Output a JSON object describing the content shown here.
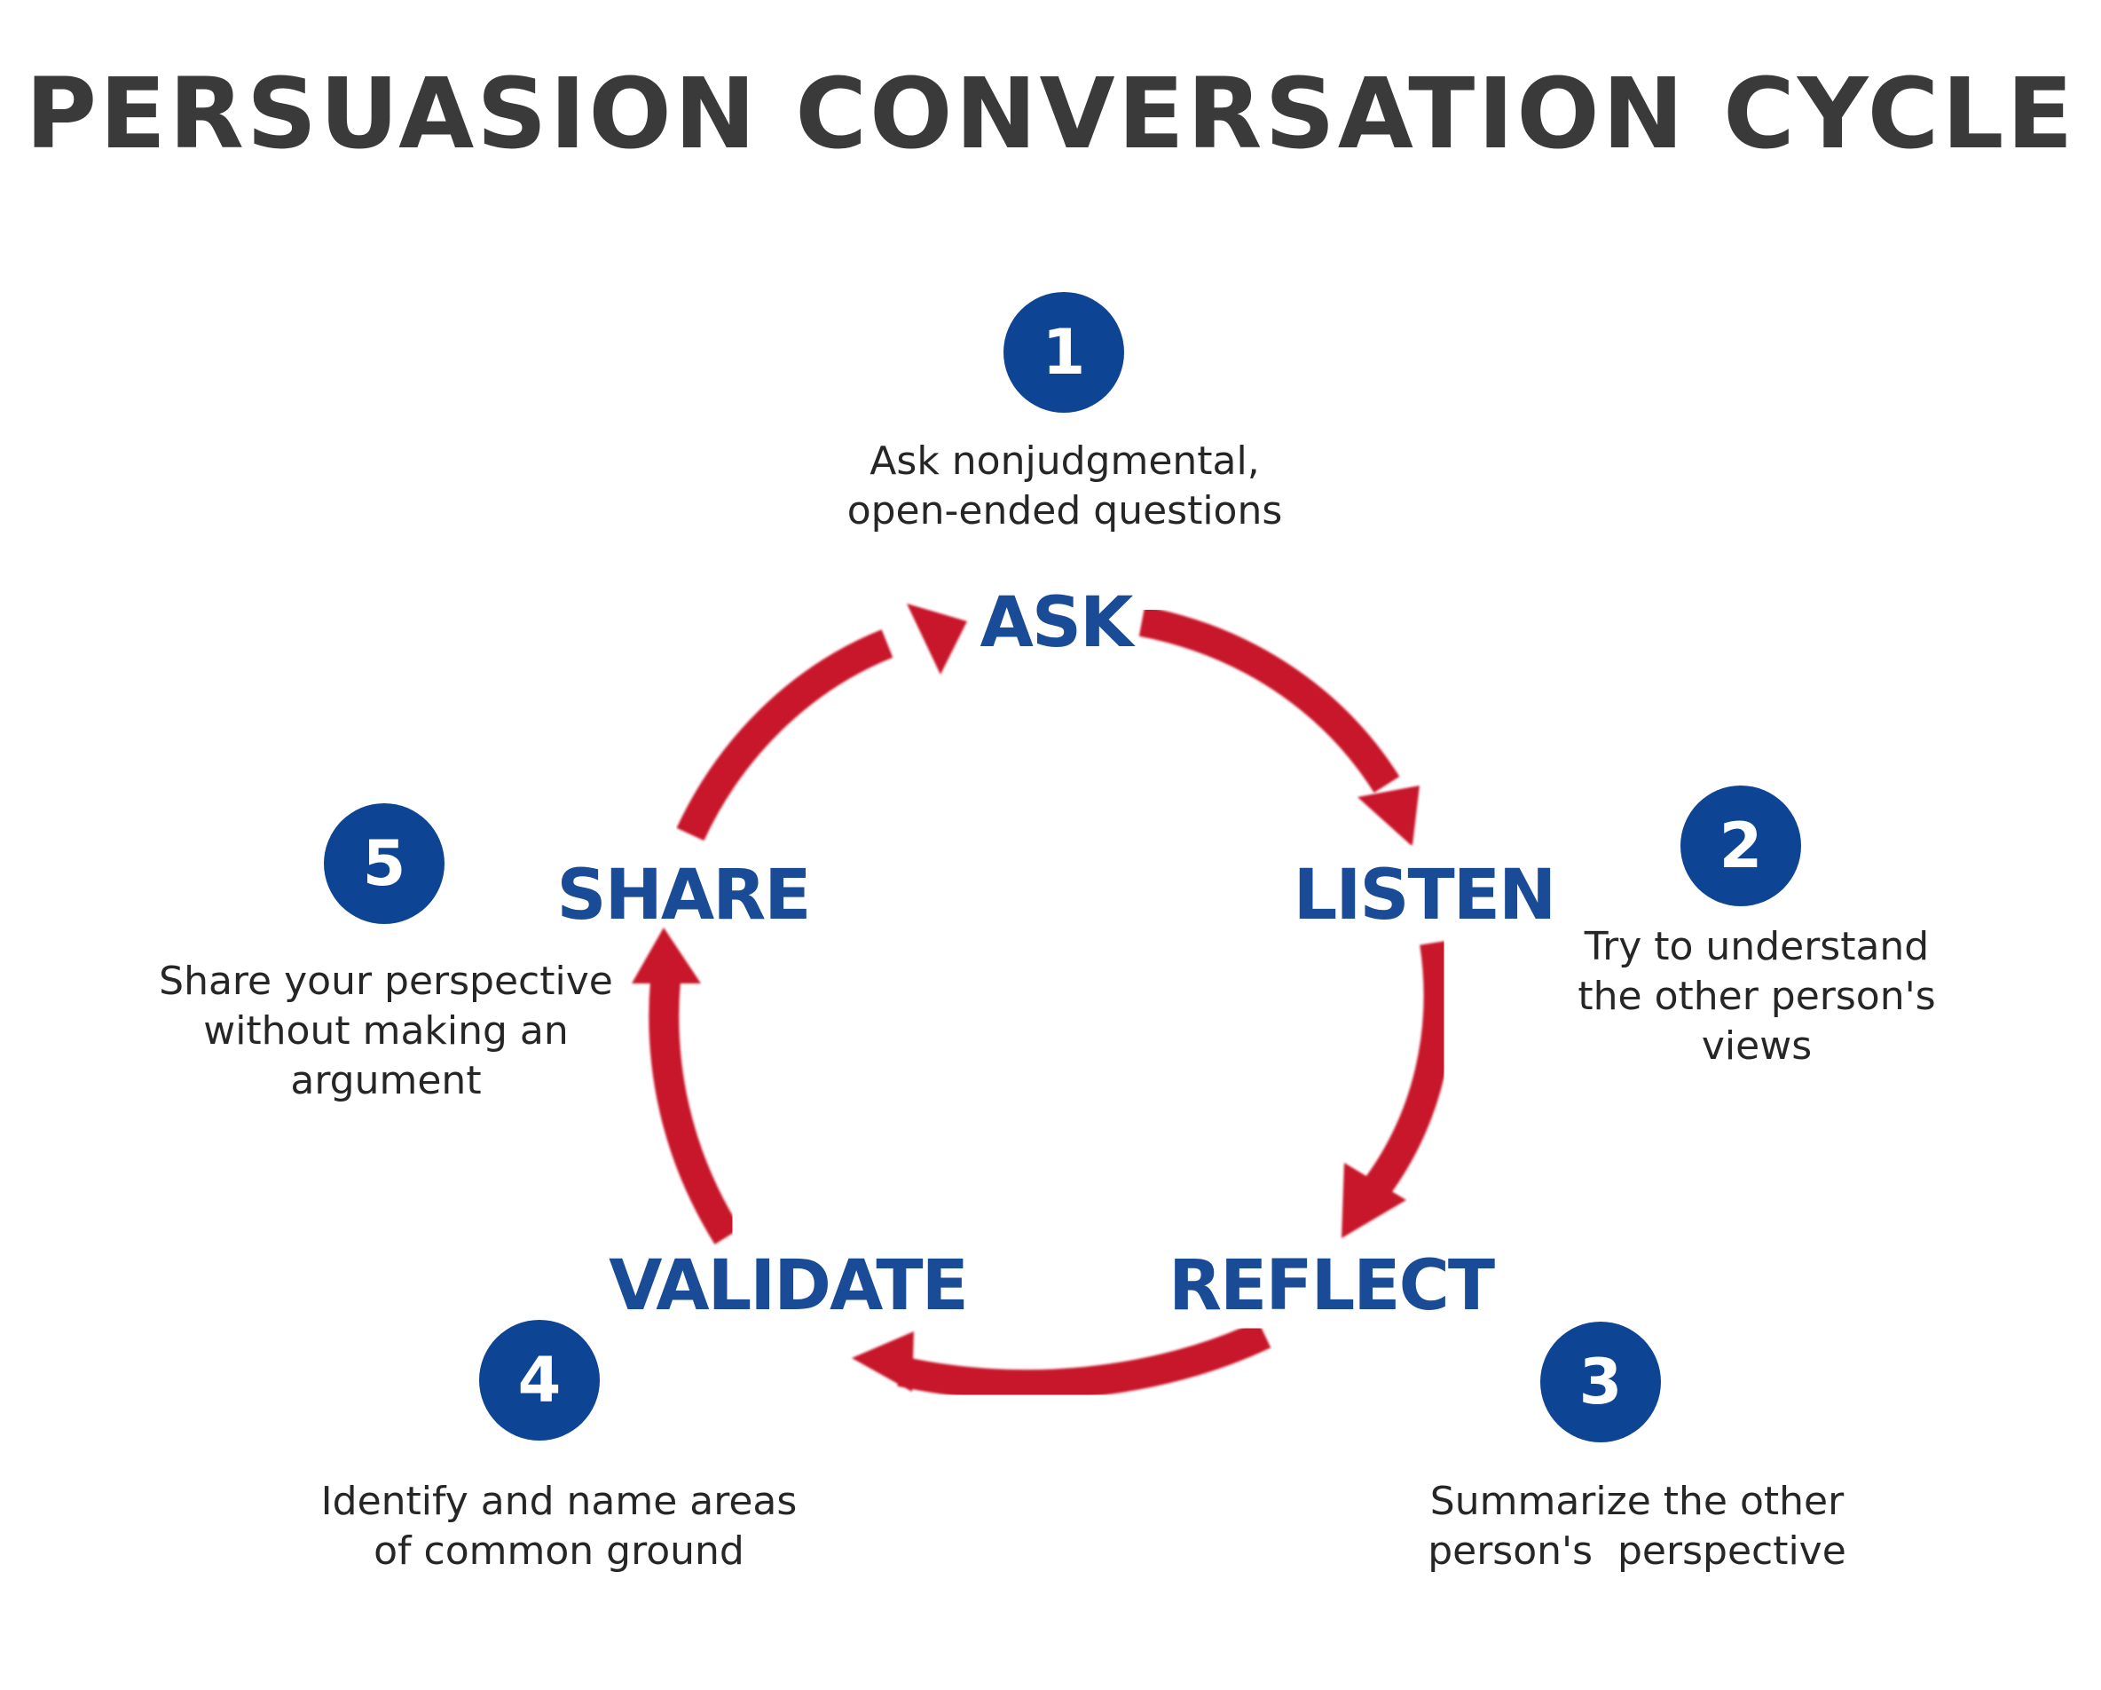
{
  "title": "PERSUASION CONVERSATION CYCLE",
  "colors": {
    "title": "#3a3a3a",
    "arrow": "#c8182b",
    "stage_label": "#1a4b96",
    "badge": "#0e4494",
    "description": "#262626"
  },
  "steps": [
    {
      "number": "1",
      "label": "ASK",
      "description": [
        "Ask nonjudgmental,",
        "open-ended questions"
      ]
    },
    {
      "number": "2",
      "label": "LISTEN",
      "description": [
        "Try to understand",
        "the other person's",
        "views"
      ]
    },
    {
      "number": "3",
      "label": "REFLECT",
      "description": [
        "Summarize the other",
        "person's  perspective"
      ]
    },
    {
      "number": "4",
      "label": "VALIDATE",
      "description": [
        "Identify and name areas",
        "of common ground"
      ]
    },
    {
      "number": "5",
      "label": "SHARE",
      "description": [
        "Share your perspective",
        "without making an",
        "argument"
      ]
    }
  ]
}
